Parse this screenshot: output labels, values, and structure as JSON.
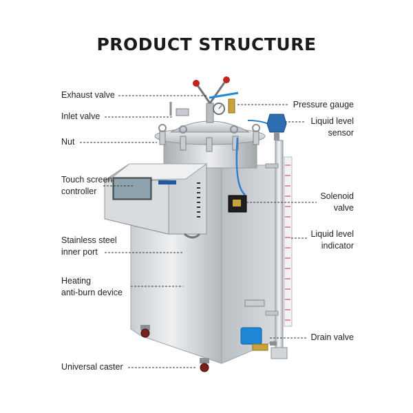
{
  "title": "PRODUCT STRUCTURE",
  "labels": {
    "exhaust_valve": "Exhaust valve",
    "inlet_valve": "Inlet valve",
    "nut": "Nut",
    "touch_screen": [
      "Touch screen",
      "controller"
    ],
    "inner_port": [
      "Stainless steel",
      "inner port"
    ],
    "heating": [
      "Heating",
      "anti-burn device"
    ],
    "universal_caster": "Universal caster",
    "pressure_gauge": "Pressure gauge",
    "liquid_level_sensor": [
      "Liquid level",
      "sensor"
    ],
    "solenoid_valve": [
      "Solenoid",
      "valve"
    ],
    "liquid_level_indicator": [
      "Liquid level",
      "indicator"
    ],
    "drain_valve": "Drain valve"
  },
  "colors": {
    "steel_light": "#e4e6e8",
    "steel_mid": "#c3c7cb",
    "steel_dark": "#8c9196",
    "handle_red": "#c0241c",
    "blue_valve": "#1f88d6",
    "label_text": "#222222"
  }
}
